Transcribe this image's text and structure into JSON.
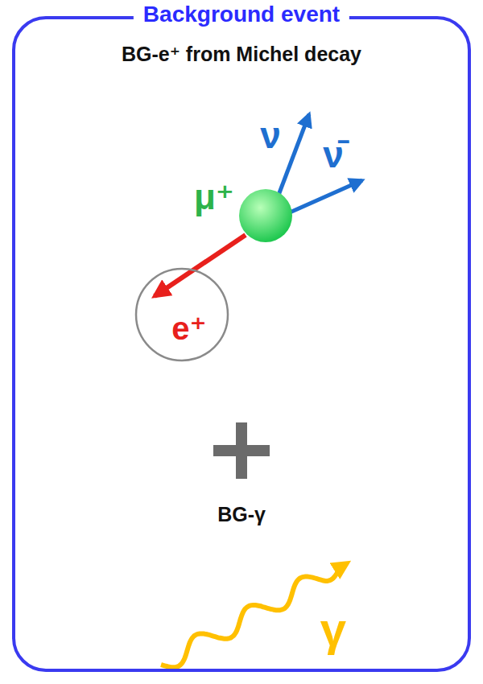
{
  "diagram": {
    "nodes": [
      {
        "text": [
          "Background event"
        ]
      },
      {
        "text": [
          "e⁺"
        ],
        "in": 0
      }
    ],
    "labels": [
      "BG-e⁺ from Michel decay",
      "μ⁺",
      "ν",
      "ν̄",
      "BG-γ",
      "γ"
    ]
  }
}
